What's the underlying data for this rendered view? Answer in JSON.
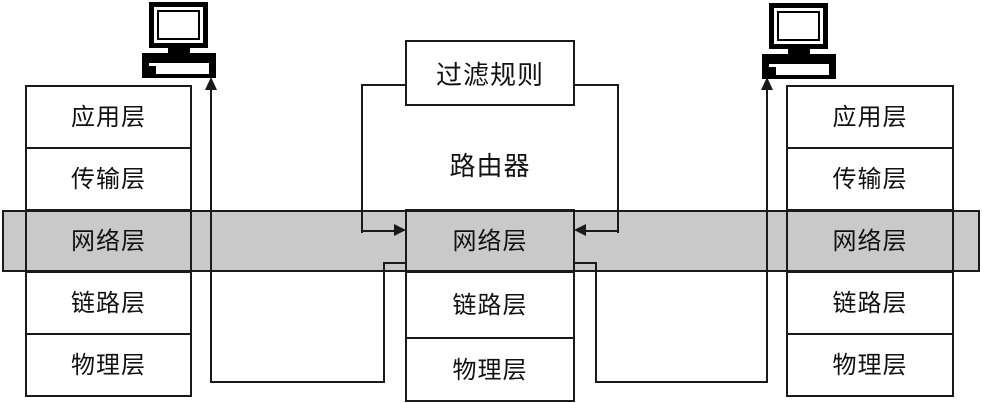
{
  "diagram_title": "packet-filtering-router-layer-diagram",
  "colors": {
    "background": "#ffffff",
    "band_fill": "#c9c9c9",
    "line": "#1a1a1a",
    "text": "#111111"
  },
  "left_host": {
    "icon": "desktop-computer-icon",
    "layers": [
      "应用层",
      "传输层",
      "网络层",
      "链路层",
      "物理层"
    ]
  },
  "right_host": {
    "icon": "desktop-computer-icon",
    "layers": [
      "应用层",
      "传输层",
      "网络层",
      "链路层",
      "物理层"
    ]
  },
  "router": {
    "filter_rules_label": "过滤规则",
    "label": "路由器",
    "layers": [
      "网络层",
      "链路层",
      "物理层"
    ]
  }
}
